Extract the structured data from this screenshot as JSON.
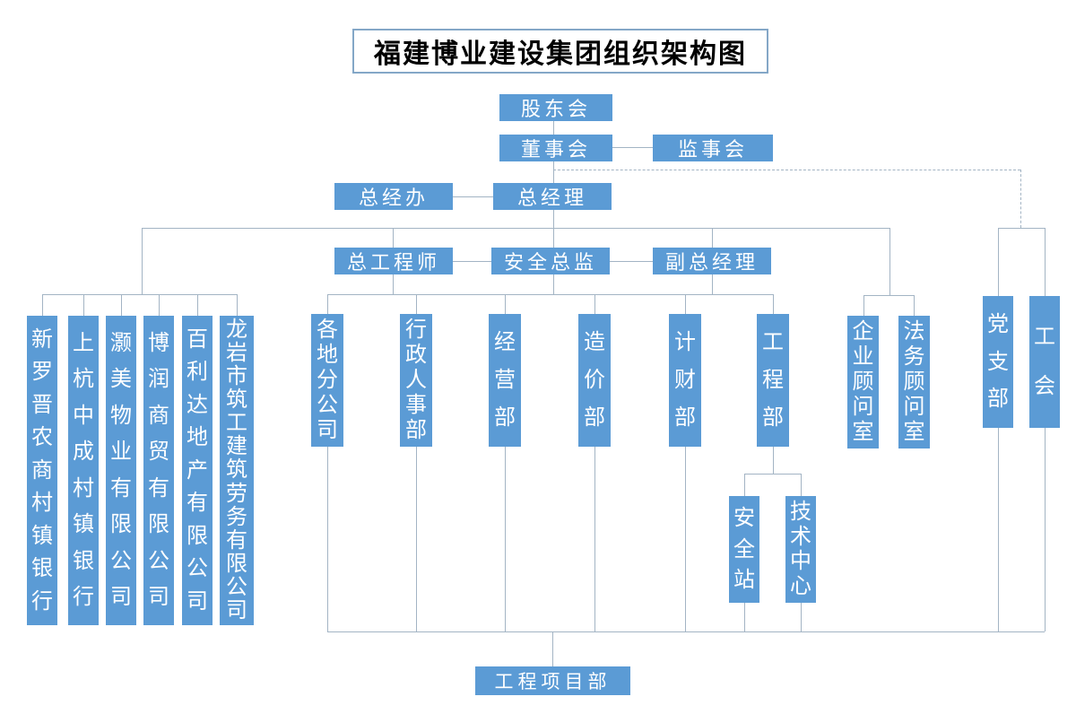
{
  "title": "福建博业建设集团组织架构图",
  "colors": {
    "background": "#ffffff",
    "box_fill": "#5b9bd5",
    "box_text": "#ffffff",
    "line": "#a3b4c4",
    "title_text": "#000000",
    "title_border": "#84a7c7"
  },
  "nodes": {
    "shareholders_meeting": {
      "label": "股东会"
    },
    "board_of_directors": {
      "label": "董事会"
    },
    "supervisory_board": {
      "label": "监事会"
    },
    "gm_office": {
      "label": "总经办"
    },
    "general_manager": {
      "label": "总经理"
    },
    "chief_engineer": {
      "label": "总工程师"
    },
    "safety_director": {
      "label": "安全总监"
    },
    "deputy_gm": {
      "label": "副总经理"
    },
    "subsidiary_bank_1": {
      "label": "新罗晋农商村镇银行"
    },
    "subsidiary_bank_2": {
      "label": "上杭中成村镇银行"
    },
    "subsidiary_property": {
      "label": "灏美物业有限公司"
    },
    "subsidiary_trading": {
      "label": "博润商贸有限公司"
    },
    "subsidiary_realestate": {
      "label": "百利达地产有限公司"
    },
    "subsidiary_labor": {
      "label": "龙岩市筑工建筑劳务有限公司"
    },
    "branch_companies": {
      "label": "各地分公司"
    },
    "hr_admin_dept": {
      "label": "行政人事部"
    },
    "operations_dept": {
      "label": "经营部"
    },
    "cost_dept": {
      "label": "造价部"
    },
    "finance_dept": {
      "label": "计财部"
    },
    "engineering_dept": {
      "label": "工程部"
    },
    "safety_station": {
      "label": "安全站"
    },
    "tech_center": {
      "label": "技术中心"
    },
    "corporate_advisory_office": {
      "label": "企业顾问室"
    },
    "legal_advisory_office": {
      "label": "法务顾问室"
    },
    "party_branch": {
      "label": "党支部"
    },
    "labor_union": {
      "label": "工会"
    },
    "project_dept": {
      "label": "工程项目部"
    }
  }
}
